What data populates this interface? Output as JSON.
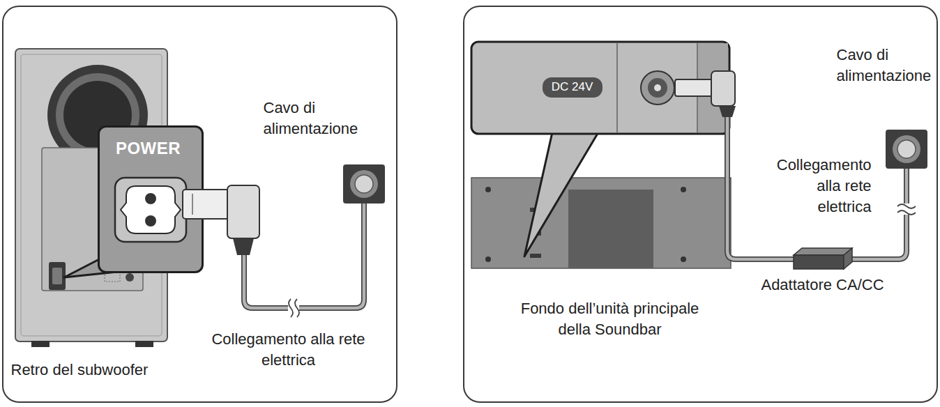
{
  "diagram": {
    "nodes": [
      {
        "text": [
          "Cavo di alimentazione",
          "Retro del subwoofer",
          "Collegamento alla rete elettrica"
        ]
      },
      {
        "text": [
          "POWER"
        ],
        "in": 0
      },
      {
        "text": [
          "Fondo dell’unità principale della Soundbar",
          "Cavo di alimentazione",
          "Collegamento alla rete elettrica",
          "Adattatore CA/CC"
        ]
      },
      {
        "text": [
          "DC 24V"
        ],
        "in": 2
      }
    ],
    "edges": [
      {
        "from": 0,
        "to": 2,
        "arrow": "to"
      }
    ]
  }
}
